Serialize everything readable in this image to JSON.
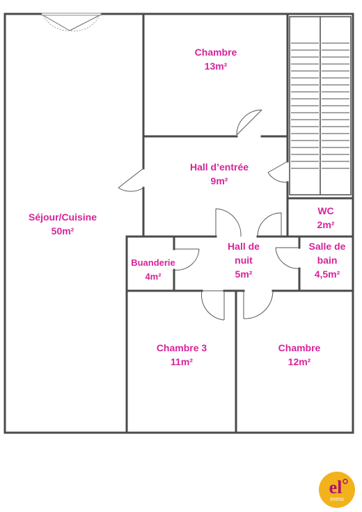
{
  "rooms": {
    "sejour": {
      "name": "Séjour/Cuisine",
      "area": "50m²"
    },
    "chambre1": {
      "name": "Chambre",
      "area": "13m²"
    },
    "hall_entree": {
      "name": "Hall d’entrée",
      "area": "9m²"
    },
    "wc": {
      "name": "WC",
      "area": "2m²"
    },
    "hall_nuit": {
      "name_line1": "Hall de",
      "name_line2": "nuit",
      "area": "5m²"
    },
    "salle_bain": {
      "name_line1": "Salle de",
      "name_line2": "bain",
      "area": "4,5m²"
    },
    "buanderie": {
      "name": "Buanderie",
      "area": "4m²"
    },
    "chambre3": {
      "name": "Chambre 3",
      "area": "11m²"
    },
    "chambre2": {
      "name": "Chambre",
      "area": "12m²"
    }
  },
  "logo": {
    "mark": "el",
    "sub": "immo",
    "icon": "el-immo-logo"
  },
  "colors": {
    "label": "#d6239a",
    "wall": "#4a4a4a",
    "logo_bg": "#f2b21c",
    "logo_fg": "#b0126e"
  }
}
